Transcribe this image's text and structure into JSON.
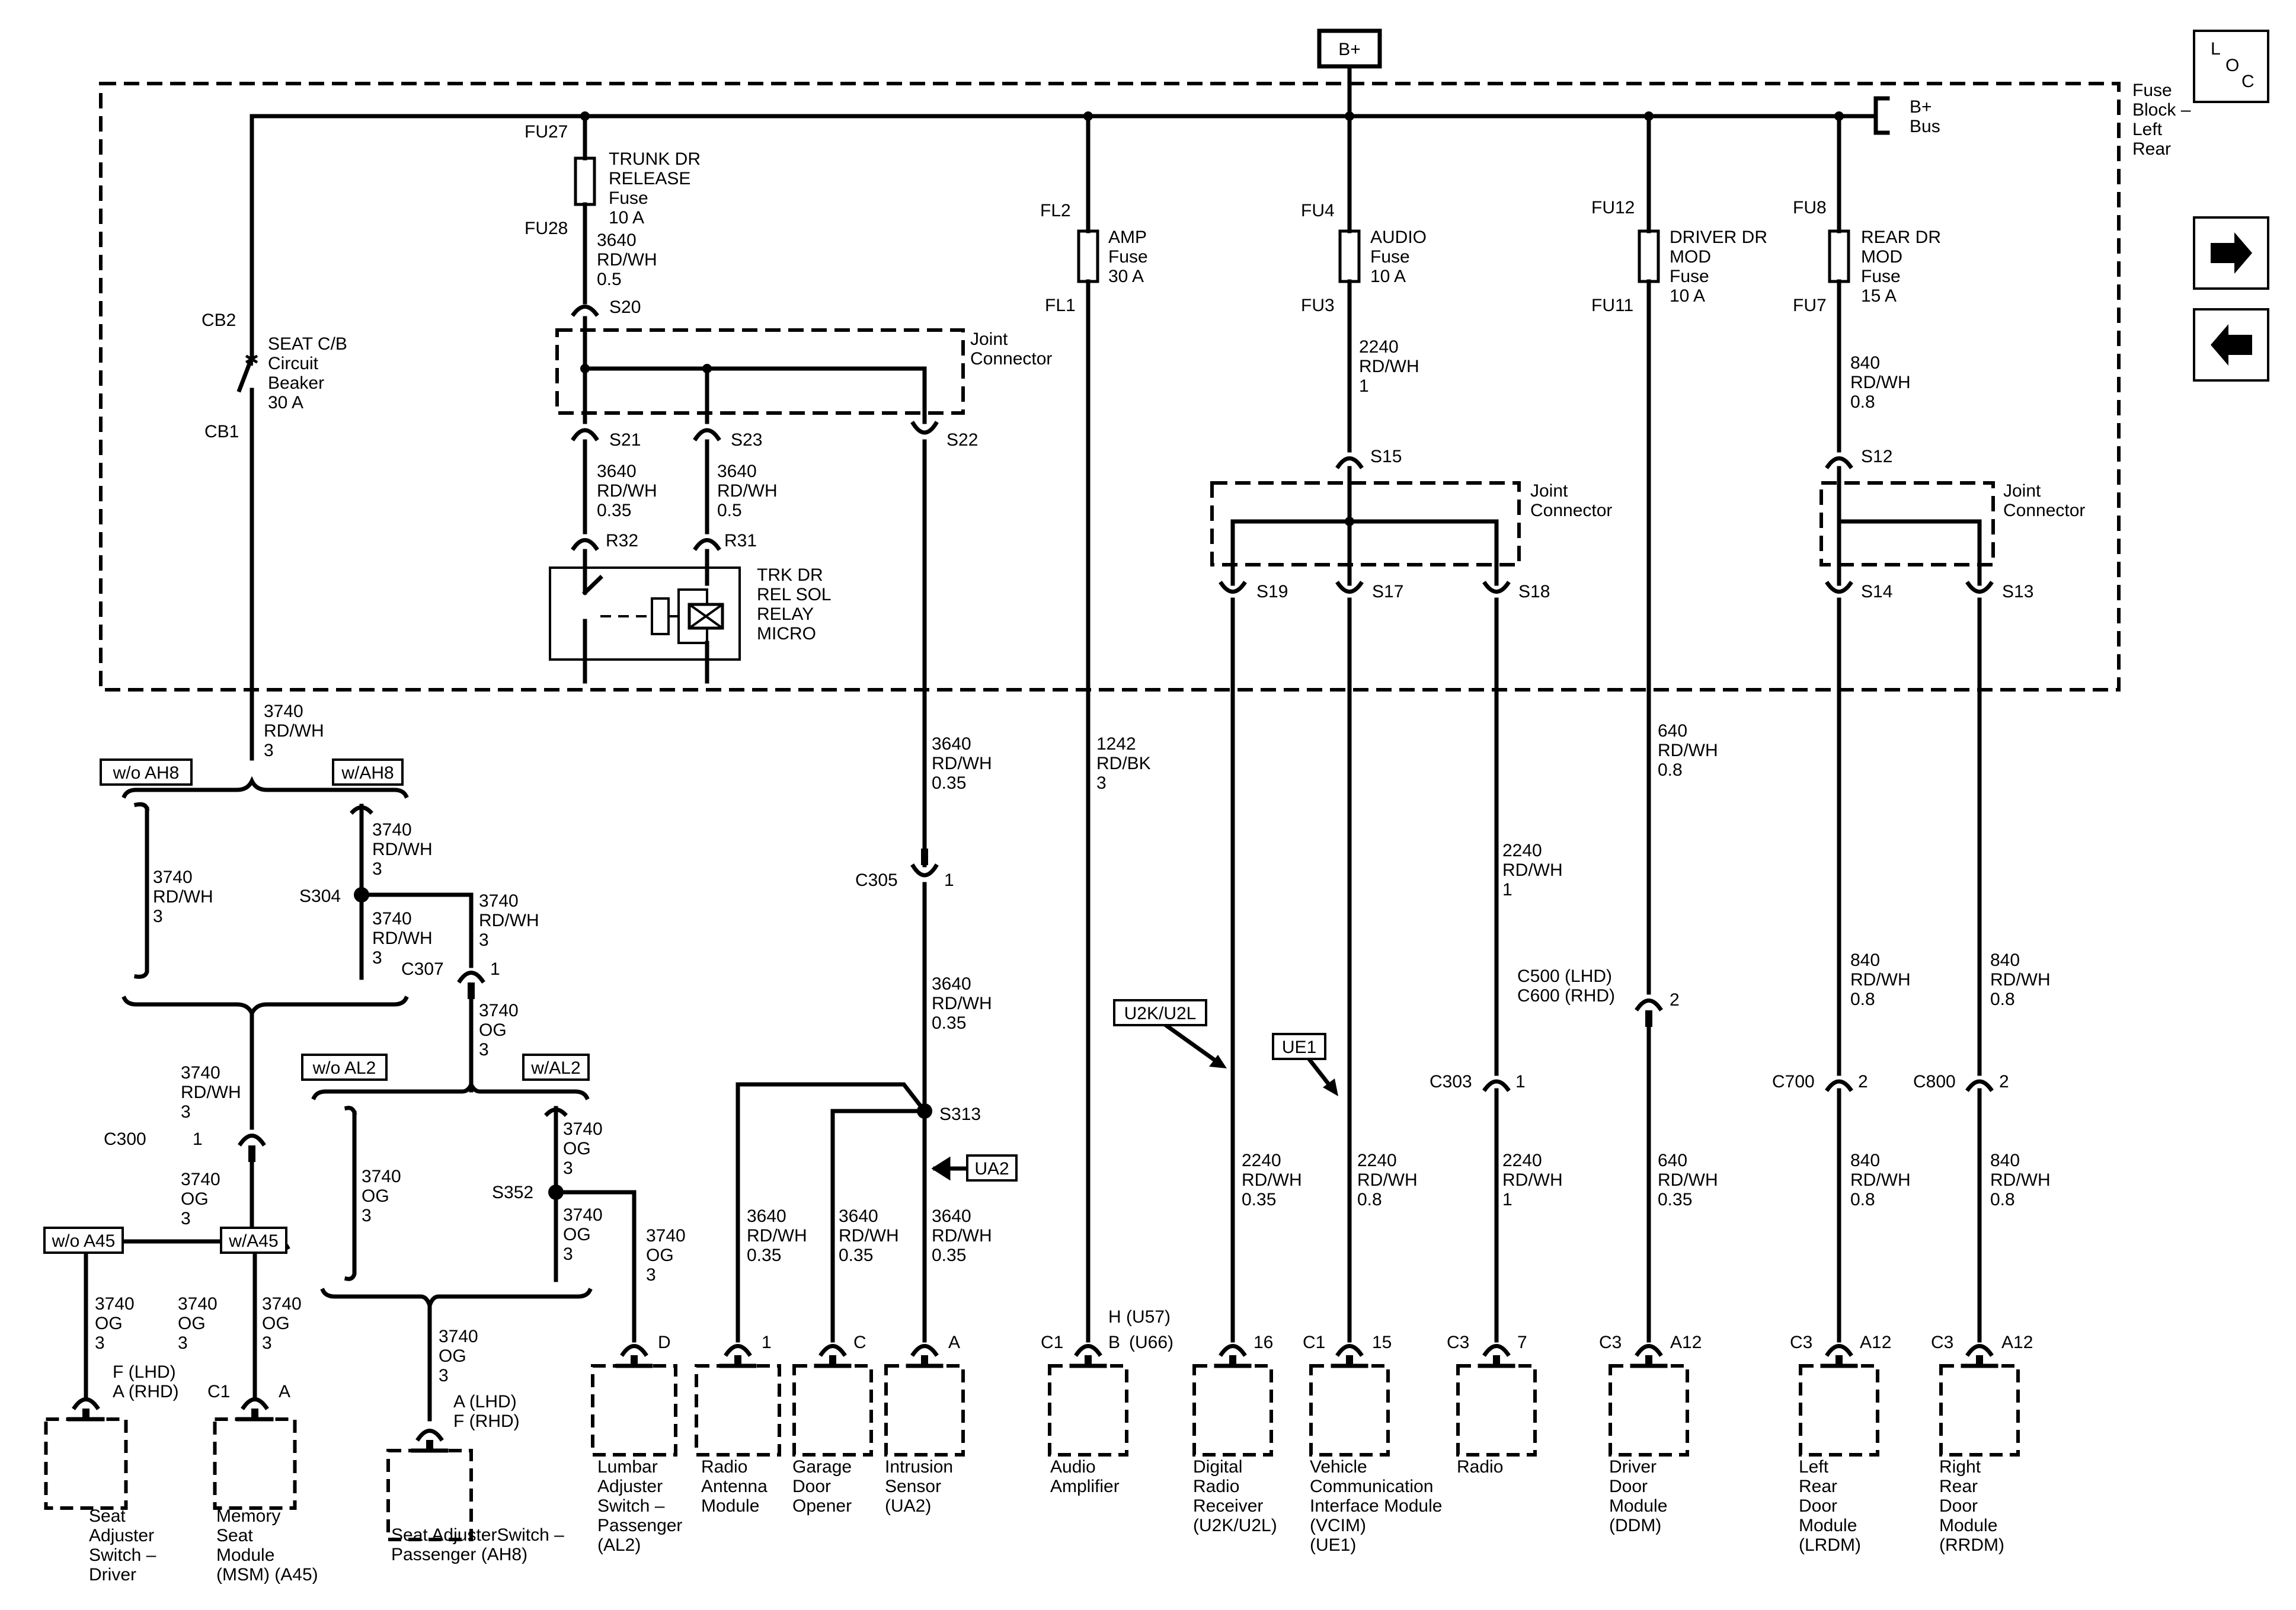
{
  "header": {
    "power_label": "B+",
    "loc_letters": [
      "L",
      "O",
      "C"
    ]
  },
  "fuse_block": {
    "label_lines": [
      "Fuse",
      "Block –",
      "Left",
      "Rear"
    ],
    "bus_lines": [
      "B+",
      "Bus"
    ]
  },
  "fuses": {
    "fu27": {
      "top": "FU27",
      "bottom": "FU28",
      "name": [
        "TRUNK DR",
        "RELEASE",
        "Fuse",
        "10 A"
      ]
    },
    "fl2": {
      "top": "FL2",
      "bottom": "FL1",
      "name": [
        "AMP",
        "Fuse",
        "30 A"
      ]
    },
    "fu4": {
      "top": "FU4",
      "bottom": "FU3",
      "name": [
        "AUDIO",
        "Fuse",
        "10 A"
      ]
    },
    "fu12": {
      "top": "FU12",
      "bottom": "FU11",
      "name": [
        "DRIVER DR",
        "MOD",
        "Fuse",
        "10 A"
      ]
    },
    "fu8": {
      "top": "FU8",
      "bottom": "FU7",
      "name": [
        "REAR DR",
        "MOD",
        "Fuse",
        "15 A"
      ]
    },
    "cb": {
      "top": "CB2",
      "bottom": "CB1",
      "name": [
        "SEAT C/B",
        "Circuit",
        "Beaker",
        "30 A"
      ]
    }
  },
  "joint_connector_lines": [
    "Joint",
    "Connector"
  ],
  "relay_lines": [
    "TRK DR",
    "REL SOL",
    "RELAY",
    "MICRO"
  ],
  "terminals": {
    "S20": "S20",
    "S21": "S21",
    "S23": "S23",
    "S22": "S22",
    "R32": "R32",
    "R31": "R31",
    "S15": "S15",
    "S19": "S19",
    "S17": "S17",
    "S18": "S18",
    "S12": "S12",
    "S14": "S14",
    "S13": "S13"
  },
  "wires": {
    "w3640_a": [
      "3640",
      "RD/WH",
      "0.5"
    ],
    "w3640_b": [
      "3640",
      "RD/WH",
      "0.35"
    ],
    "w3640_c": [
      "3640",
      "RD/WH",
      "0.5"
    ],
    "w3640_d": [
      "3640",
      "RD/WH",
      "0.35"
    ],
    "w3640_e": [
      "3640",
      "RD/WH",
      "0.35"
    ],
    "w3640_f": [
      "3640",
      "RD/WH",
      "0.35"
    ],
    "w3640_g": [
      "3640",
      "RD/WH",
      "0.35"
    ],
    "w3640_h": [
      "3640",
      "RD/WH",
      "0.35"
    ],
    "w2240_a": [
      "2240",
      "RD/WH",
      "1"
    ],
    "w2240_b": [
      "2240",
      "RD/WH",
      "1"
    ],
    "w2240_c": [
      "2240",
      "RD/WH",
      "0.35"
    ],
    "w2240_d": [
      "2240",
      "RD/WH",
      "0.8"
    ],
    "w2240_e": [
      "2240",
      "RD/WH",
      "1"
    ],
    "w840_a": [
      "840",
      "RD/WH",
      "0.8"
    ],
    "w840_b": [
      "840",
      "RD/WH",
      "0.8"
    ],
    "w840_c": [
      "840",
      "RD/WH",
      "0.8"
    ],
    "w840_d": [
      "840",
      "RD/WH",
      "0.8"
    ],
    "w840_e": [
      "840",
      "RD/WH",
      "0.8"
    ],
    "w1242": [
      "1242",
      "RD/BK",
      "3"
    ],
    "w640_a": [
      "640",
      "RD/WH",
      "0.8"
    ],
    "w640_b": [
      "640",
      "RD/WH",
      "0.35"
    ],
    "w3740_a": [
      "3740",
      "RD/WH",
      "3"
    ],
    "w3740_b": [
      "3740",
      "RD/WH",
      "3"
    ],
    "w3740_c": [
      "3740",
      "RD/WH",
      "3"
    ],
    "w3740_d": [
      "3740",
      "RD/WH",
      "3"
    ],
    "w3740_e": [
      "3740",
      "RD/WH",
      "3"
    ],
    "w3740_f": [
      "3740",
      "RD/WH",
      "3"
    ],
    "w3740_g": [
      "3740",
      "OG",
      "3"
    ],
    "w3740_h": [
      "3740",
      "OG",
      "3"
    ],
    "w3740_i": [
      "3740",
      "OG",
      "3"
    ],
    "w3740_j": [
      "3740",
      "OG",
      "3"
    ],
    "w3740_k": [
      "3740",
      "OG",
      "3"
    ],
    "w3740_l": [
      "3740",
      "OG",
      "3"
    ],
    "w3740_m": [
      "3740",
      "OG",
      "3"
    ],
    "w3740_n": [
      "3740",
      "OG",
      "3"
    ],
    "w3740_o": [
      "3740",
      "OG",
      "3"
    ],
    "w3740_p": [
      "3740",
      "OG",
      "3"
    ]
  },
  "splices": {
    "S304": "S304",
    "S352": "S352",
    "S313": "S313"
  },
  "connectors": {
    "C305": {
      "name": "C305",
      "pin": "1"
    },
    "C307": {
      "name": "C307",
      "pin": "1"
    },
    "C300": {
      "name": "C300",
      "pin": "1"
    },
    "C303": {
      "name": "C303",
      "pin": "1"
    },
    "C500": {
      "name": [
        "C500 (LHD)",
        "C600 (RHD)"
      ],
      "pin": "2"
    },
    "C700": {
      "name": "C700",
      "pin": "2"
    },
    "C800": {
      "name": "C800",
      "pin": "2"
    }
  },
  "options": {
    "wo_AH8": "w/o AH8",
    "w_AH8": "w/AH8",
    "wo_AL2": "w/o AL2",
    "w_AL2": "w/AL2",
    "wo_A45": "w/o A45",
    "w_A45": "w/A45",
    "U2K": "U2K/U2L",
    "UE1": "UE1",
    "UA2": "UA2"
  },
  "pins": {
    "seat_driver": [
      "F (LHD)",
      "A (RHD)"
    ],
    "msm": {
      "conn": "C1",
      "pin": "A"
    },
    "seat_pass": [
      "A (LHD)",
      "F (RHD)"
    ],
    "lumbar": "D",
    "radio_ant": "1",
    "garage": "C",
    "intrusion": "A",
    "amp": {
      "conn": "C1",
      "pin": "B",
      "alt": "H (U57)",
      "alt2": "(U66)"
    },
    "drr": "16",
    "vcim": {
      "conn": "C1",
      "pin": "15"
    },
    "radio": {
      "conn": "C3",
      "pin": "7"
    },
    "ddm": {
      "conn": "C3",
      "pin": "A12"
    },
    "lrdm": {
      "conn": "C3",
      "pin": "A12"
    },
    "rrdm": {
      "conn": "C3",
      "pin": "A12"
    }
  },
  "modules": {
    "seat_driver": [
      "Seat",
      "Adjuster",
      "Switch –",
      "Driver"
    ],
    "msm": [
      "Memory",
      "Seat",
      "Module",
      "(MSM) (A45)"
    ],
    "seat_pass": [
      "Seat AdjusterSwitch –",
      "Passenger (AH8)"
    ],
    "lumbar": [
      "Lumbar",
      "Adjuster",
      "Switch –",
      "Passenger",
      "(AL2)"
    ],
    "radio_ant": [
      "Radio",
      "Antenna",
      "Module"
    ],
    "garage": [
      "Garage",
      "Door",
      "Opener"
    ],
    "intrusion": [
      "Intrusion",
      "Sensor",
      "(UA2)"
    ],
    "amp": [
      "Audio",
      "Amplifier"
    ],
    "drr": [
      "Digital",
      "Radio",
      "Receiver",
      "(U2K/U2L)"
    ],
    "vcim": [
      "Vehicle",
      "Communication",
      "Interface Module",
      "(VCIM)",
      "(UE1)"
    ],
    "radio": [
      "Radio"
    ],
    "ddm": [
      "Driver",
      "Door",
      "Module",
      "(DDM)"
    ],
    "lrdm": [
      "Left",
      "Rear",
      "Door",
      "Module",
      "(LRDM)"
    ],
    "rrdm": [
      "Right",
      "Rear",
      "Door",
      "Module",
      "(RRDM)"
    ]
  },
  "nav": {
    "next": "arrow-right-icon",
    "prev": "arrow-left-icon"
  }
}
